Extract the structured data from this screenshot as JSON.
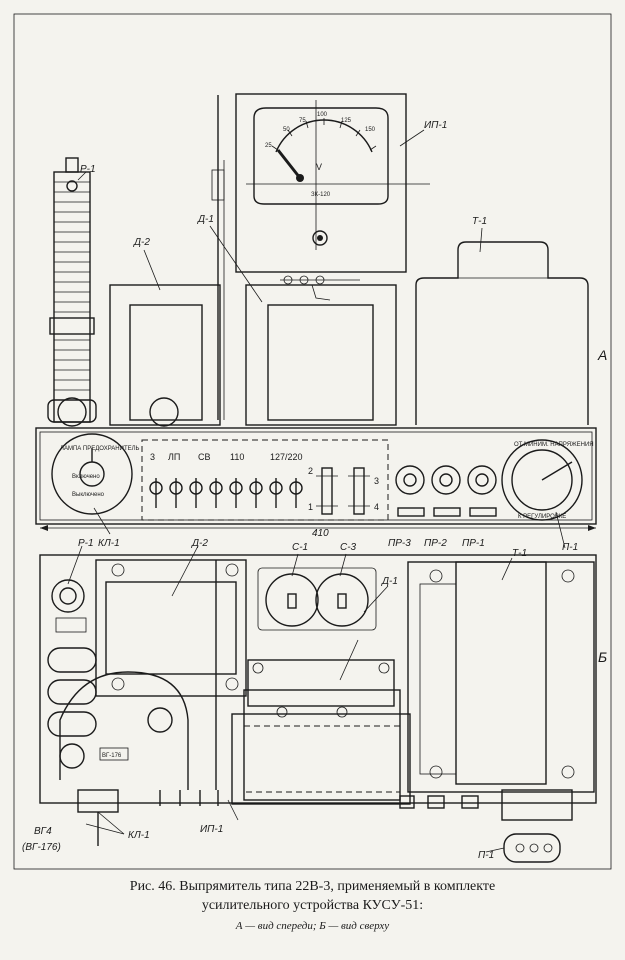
{
  "labels": {
    "r1_top": "Р-1",
    "ip1_top": "ИП-1",
    "d2_top": "Д-2",
    "d1_top": "Д-1",
    "t1_top": "Т-1",
    "view_a": "А",
    "kl1_top": "КЛ-1",
    "pr3": "ПР-3",
    "pr2": "ПР-2",
    "pr1": "ПР-1",
    "p1_top": "П-1",
    "dim": "410",
    "r1_bot": "Р-1",
    "d2_bot": "Д-2",
    "c1": "С-1",
    "c3": "С-3",
    "d1_bot": "Д-1",
    "t1_bot": "Т-1",
    "view_b": "Б",
    "vg4": "ВГ4",
    "vg4_alt": "(ВГ-176)",
    "kl1_bot": "КЛ-1",
    "ip1_bot": "ИП-1",
    "p1_bot": "П-1"
  },
  "meter": {
    "ticks": [
      "25",
      "50",
      "75",
      "100",
      "125",
      "150"
    ],
    "unit": "V",
    "model": "ЗК-120"
  },
  "panel": {
    "switch_numbers": [
      "3",
      "ЛП",
      "СВ",
      "110",
      "127/220"
    ],
    "tap_left": [
      "2",
      "1"
    ],
    "tap_right": [
      "3",
      "4"
    ],
    "lamp_text": "ЛАМПА ПРЕДОХРАНИТЕЛЬ",
    "lamp_on": "Включено",
    "lamp_off": "Выключено",
    "knob_text": "ОТ МИНИМ. НАПРЯЖЕНИЯ",
    "knob_text2": "К РЕГУЛИРОВКЕ",
    "tag": "ВГ-176"
  },
  "caption": {
    "line1": "Рис. 46. Выпрямитель типа 22В-3, применяемый в комплекте",
    "line2": "усилительного устройства КУСУ-51:",
    "line3": "А — вид спереди; Б — вид сверху"
  }
}
